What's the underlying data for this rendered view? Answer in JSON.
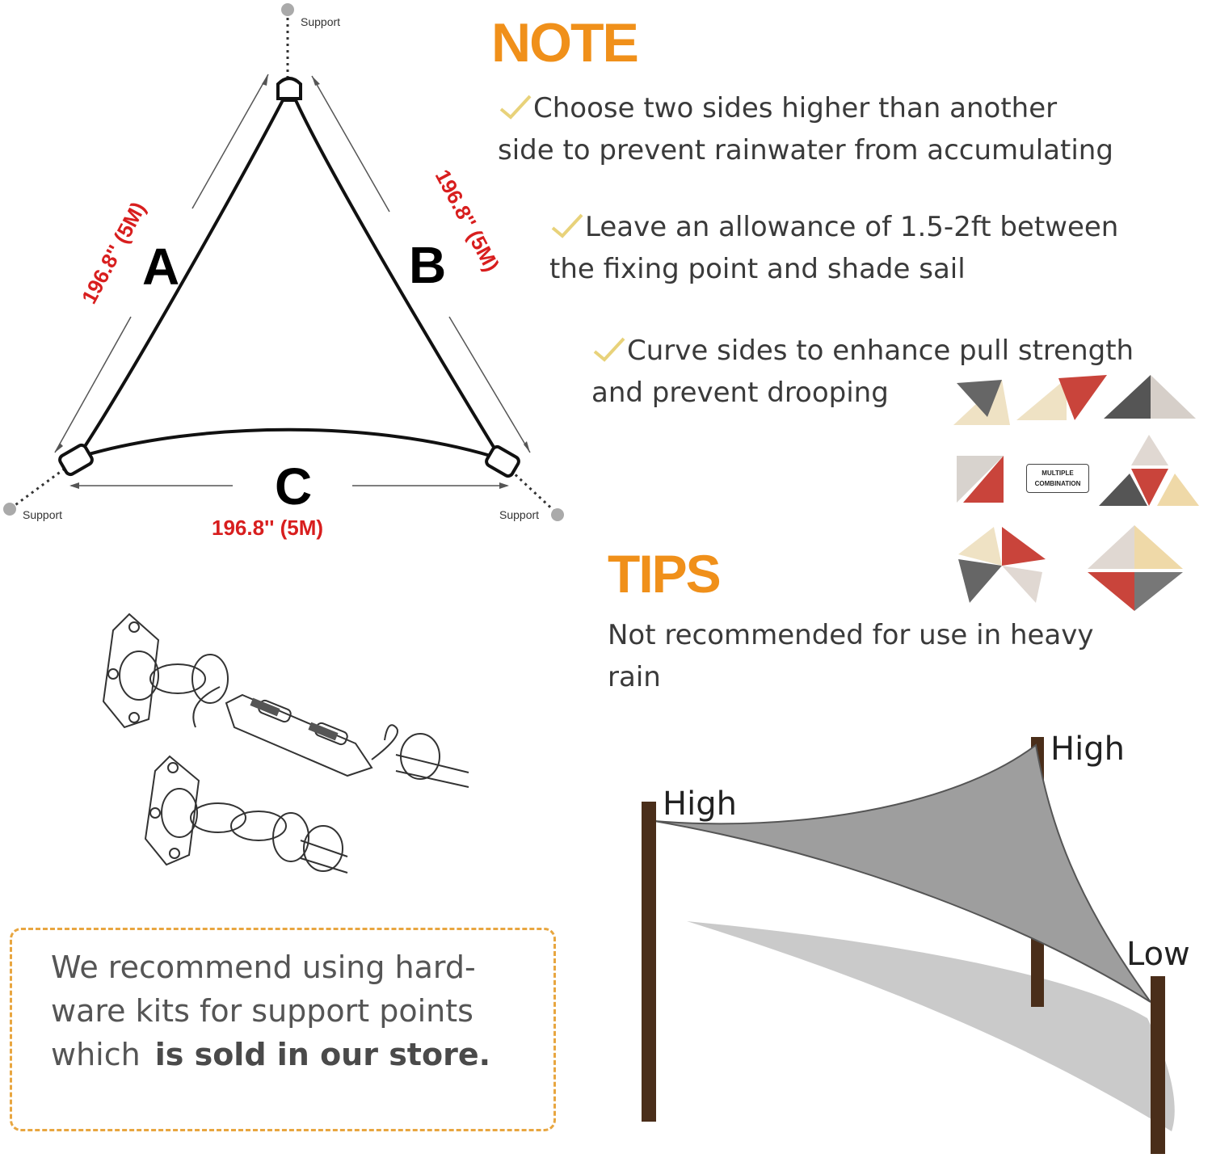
{
  "diagram": {
    "support_labels": [
      "Support",
      "Support",
      "Support"
    ],
    "side_labels": [
      "A",
      "B",
      "C"
    ],
    "dimension": "196.8'' (5M)"
  },
  "note": {
    "title": "NOTE",
    "items": [
      {
        "line1": "Choose two sides higher than another",
        "line2": "side to prevent rainwater from accumulating"
      },
      {
        "line1": "Leave an allowance of 1.5-2ft between",
        "line2": "the fixing point and shade sail"
      },
      {
        "line1": "Curve sides to enhance pull strength",
        "line2": "and prevent drooping"
      }
    ],
    "badge_line1": "MULTIPLE",
    "badge_line2": "COMBINATION"
  },
  "tips": {
    "title": "TIPS",
    "line1": "Not recommended for use in heavy",
    "line2": "rain"
  },
  "recommend": {
    "line1": "We recommend using hard-",
    "line2": "ware kits for support points",
    "line3_plain": "which",
    "line3_bold": "is sold in our store."
  },
  "sail": {
    "high_left": "High",
    "high_right": "High",
    "low": "Low"
  },
  "colors": {
    "accent_orange": "#f0901a",
    "dimension_red": "#d81e1e",
    "box_border": "#e8a640",
    "pole_brown": "#4a2e1a",
    "sail_gray": "#9e9e9e",
    "check_yellow": "#e8d27a"
  }
}
